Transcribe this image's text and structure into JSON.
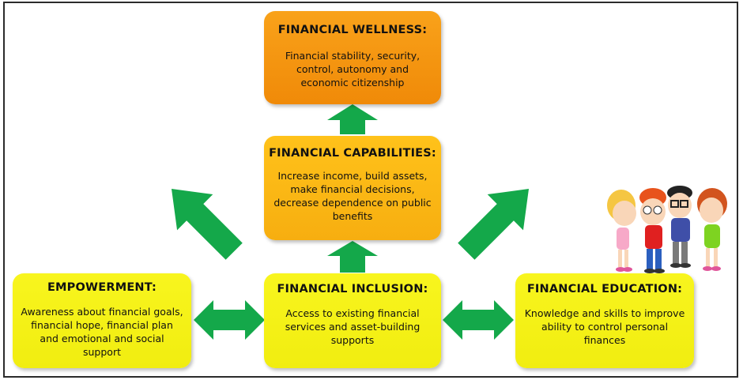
{
  "boxes": {
    "wellness": {
      "title": "FINANCIAL WELLNESS:",
      "body": "Financial stability, security, control, autonomy and economic citizenship"
    },
    "capabilities": {
      "title": "FINANCIAL CAPABILITIES:",
      "body": "Increase income, build assets, make financial decisions, decrease dependence on public benefits"
    },
    "empowerment": {
      "title": "EMPOWERMENT:",
      "body": "Awareness about financial goals, financial hope, financial plan and emotional and social support"
    },
    "inclusion": {
      "title": "FINANCIAL INCLUSION:",
      "body": "Access to existing financial services and asset-building supports"
    },
    "education": {
      "title": "FINANCIAL EDUCATION:",
      "body": "Knowledge and skills to improve ability to control personal finances"
    }
  },
  "colors": {
    "arrow": "#14a84a",
    "wellness": "#f39414",
    "capabilities": "#fbb714",
    "yellow": "#f4f116"
  },
  "illustration": "four-cartoon-kids"
}
